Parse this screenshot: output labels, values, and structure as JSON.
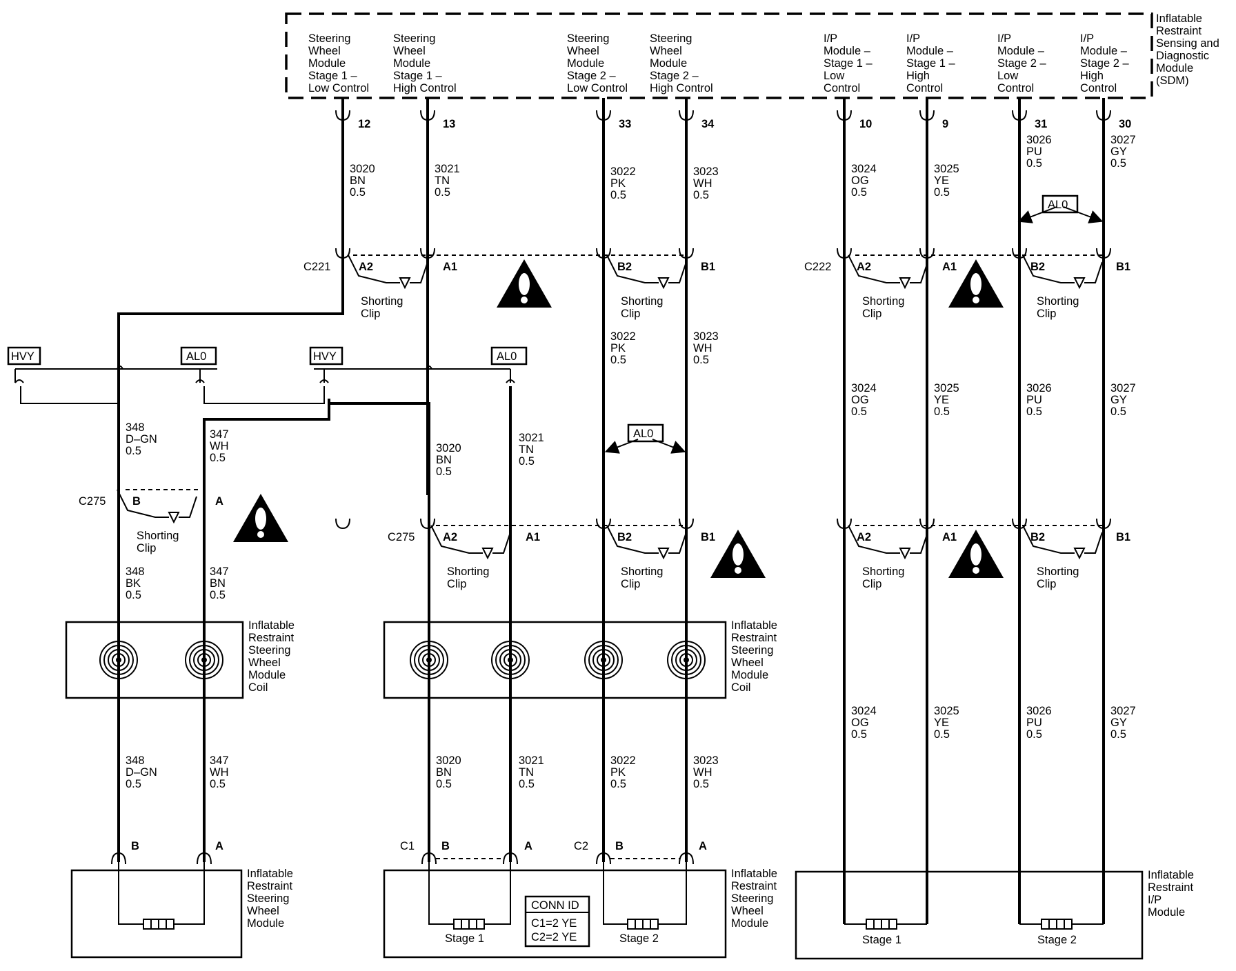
{
  "sdm": {
    "title": [
      "Inflatable",
      "Restraint",
      "Sensing and",
      "Diagnostic",
      "Module",
      "(SDM)"
    ],
    "circuits": [
      {
        "label": [
          "Steering",
          "Wheel",
          "Module",
          "Stage 1 –",
          "Low Control"
        ],
        "pin": "12",
        "circuit": "3020",
        "color": "BN",
        "size": "0.5"
      },
      {
        "label": [
          "Steering",
          "Wheel",
          "Module",
          "Stage 1 –",
          "High Control"
        ],
        "pin": "13",
        "circuit": "3021",
        "color": "TN",
        "size": "0.5"
      },
      {
        "label": [
          "Steering",
          "Wheel",
          "Module",
          "Stage 2 –",
          "Low Control"
        ],
        "pin": "33",
        "circuit": "3022",
        "color": "PK",
        "size": "0.5"
      },
      {
        "label": [
          "Steering",
          "Wheel",
          "Module",
          "Stage 2 –",
          "High Control"
        ],
        "pin": "34",
        "circuit": "3023",
        "color": "WH",
        "size": "0.5"
      },
      {
        "label": [
          "I/P",
          "Module –",
          "Stage 1 –",
          "Low",
          "Control"
        ],
        "pin": "10",
        "circuit": "3024",
        "color": "OG",
        "size": "0.5"
      },
      {
        "label": [
          "I/P",
          "Module –",
          "Stage 1 –",
          "High",
          "Control"
        ],
        "pin": "9",
        "circuit": "3025",
        "color": "YE",
        "size": "0.5"
      },
      {
        "label": [
          "I/P",
          "Module –",
          "Stage 2 –",
          "Low",
          "Control"
        ],
        "pin": "31",
        "circuit": "3026",
        "color": "PU",
        "size": "0.5"
      },
      {
        "label": [
          "I/P",
          "Module –",
          "Stage 2 –",
          "High",
          "Control"
        ],
        "pin": "30",
        "circuit": "3027",
        "color": "GY",
        "size": "0.5"
      }
    ]
  },
  "connectors": {
    "c221": {
      "name": "C221",
      "pins": [
        "A2",
        "A1",
        "B2",
        "B1"
      ]
    },
    "c222": {
      "name": "C222",
      "pins": [
        "A2",
        "A1",
        "B2",
        "B1"
      ]
    },
    "c275_left": {
      "name": "C275",
      "pins": [
        "B",
        "A"
      ]
    },
    "c275_center": {
      "name": "C275",
      "pins": [
        "A2",
        "A1",
        "B2",
        "B1"
      ]
    },
    "c275_right": {
      "pins": [
        "A2",
        "A1",
        "B2",
        "B1"
      ]
    },
    "module_left": {
      "pins": [
        "B",
        "A"
      ]
    },
    "module_c1": {
      "name": "C1",
      "pins": [
        "B",
        "A"
      ]
    },
    "module_c2": {
      "name": "C2",
      "pins": [
        "B",
        "A"
      ]
    }
  },
  "shorting_clip": [
    "Shorting",
    "Clip"
  ],
  "option_tags": {
    "hvy": "HVY",
    "al0": "AL0"
  },
  "wires": {
    "w348_top": {
      "circuit": "348",
      "color": "D–GN",
      "size": "0.5"
    },
    "w347_top": {
      "circuit": "347",
      "color": "WH",
      "size": "0.5"
    },
    "w348_mid": {
      "circuit": "348",
      "color": "BK",
      "size": "0.5"
    },
    "w347_mid": {
      "circuit": "347",
      "color": "BN",
      "size": "0.5"
    },
    "w348_bot": {
      "circuit": "348",
      "color": "D–GN",
      "size": "0.5"
    },
    "w347_bot": {
      "circuit": "347",
      "color": "WH",
      "size": "0.5"
    }
  },
  "coil_left": {
    "label": [
      "Inflatable",
      "Restraint",
      "Steering",
      "Wheel",
      "Module",
      "Coil"
    ]
  },
  "coil_center": {
    "label": [
      "Inflatable",
      "Restraint",
      "Steering",
      "Wheel",
      "Module",
      "Coil"
    ]
  },
  "module_left": {
    "label": [
      "Inflatable",
      "Restraint",
      "Steering",
      "Wheel",
      "Module"
    ]
  },
  "module_center": {
    "label": [
      "Inflatable",
      "Restraint",
      "Steering",
      "Wheel",
      "Module"
    ],
    "stage1": "Stage 1",
    "stage2": "Stage 2",
    "conn_id": {
      "title": "CONN ID",
      "rows": [
        "C1=2 YE",
        "C2=2 YE"
      ]
    }
  },
  "module_ip": {
    "label": [
      "Inflatable",
      "Restraint",
      "I/P",
      "Module"
    ],
    "stage1": "Stage 1",
    "stage2": "Stage 2"
  }
}
